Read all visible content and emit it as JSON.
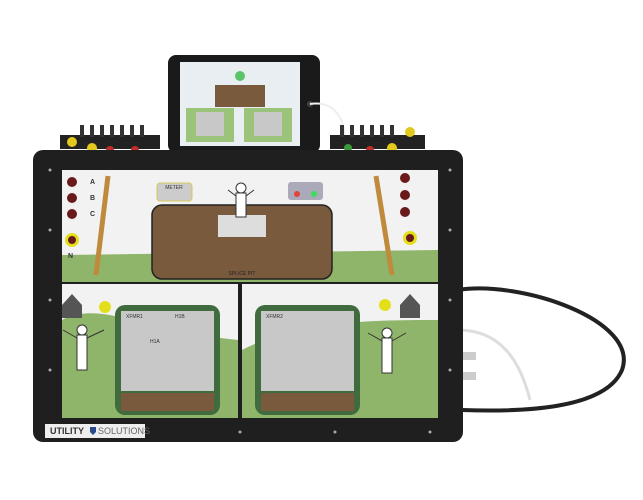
{
  "brand": {
    "word1": "UTILITY",
    "word2": "SOLUTIONS"
  },
  "panel": {
    "meter_label": "METER",
    "splice_pit_label": "SPLICE PIT",
    "xfmr1_label": "XFMR1",
    "xfmr2_label": "XFMR2",
    "phases": [
      "A",
      "B",
      "C",
      "N"
    ],
    "tap_labels": [
      "H1A",
      "H1B"
    ],
    "indicator_colors": {
      "red": "#e0453a",
      "green": "#3ddc5a"
    }
  },
  "colors": {
    "frame": "#1f1f1f",
    "panel_bg": "#f2f2f2",
    "soil": "#7a5a3c",
    "grass": "#8fb56a",
    "transformer": "#c8c8c8",
    "transformer_border": "#3f6b3f",
    "jack": "#2a2a2a",
    "accent_yellow": "#f2e31b",
    "cable": "#222222"
  }
}
